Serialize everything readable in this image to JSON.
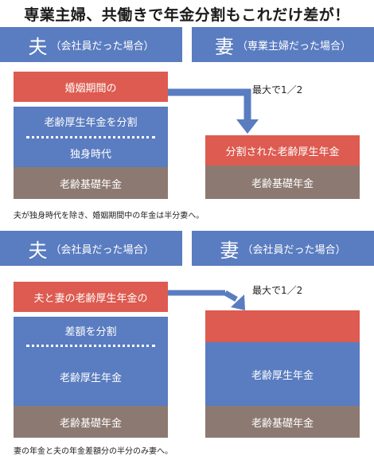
{
  "title": "専業主婦、共働きで年金分割もこれだけ差が！",
  "section1": {
    "husband_header": {
      "main": "夫",
      "sub": "（会社員だった場合）"
    },
    "wife_header": {
      "main": "妻",
      "sub": "（専業主婦だった場合）"
    },
    "husband_blocks": {
      "marriage_period": "婚姻期間の",
      "split_pension": "老齢厚生年金を分割",
      "single_period": "独身時代",
      "basic_pension": "老齢基礎年金"
    },
    "arrow_label": "最大で1／2",
    "wife_blocks": {
      "split_received": "分割された老齢厚生年金",
      "basic_pension": "老齢基礎年金"
    },
    "note": "夫が独身時代を除き、婚姻期間中の年金は半分妻へ。"
  },
  "section2": {
    "husband_header": {
      "main": "夫",
      "sub": "（会社員だった場合）"
    },
    "wife_header": {
      "main": "妻",
      "sub": "（会社員だった場合）"
    },
    "husband_blocks": {
      "combined_pension": "夫と妻の老齢厚生年金の",
      "split_difference": "差額を分割",
      "employee_pension": "老齢厚生年金",
      "basic_pension": "老齢基礎年金"
    },
    "arrow_label": "最大で1／2",
    "wife_blocks": {
      "received": "",
      "employee_pension": "老齢厚生年金",
      "basic_pension": "老齢基礎年金"
    },
    "note": "妻の年金と夫の年金差額分の半分のみ妻へ。"
  },
  "colors": {
    "header_blue": "#5a7cc0",
    "red": "#dd5b50",
    "blue": "#5a7cc0",
    "brown": "#8c7a72"
  }
}
